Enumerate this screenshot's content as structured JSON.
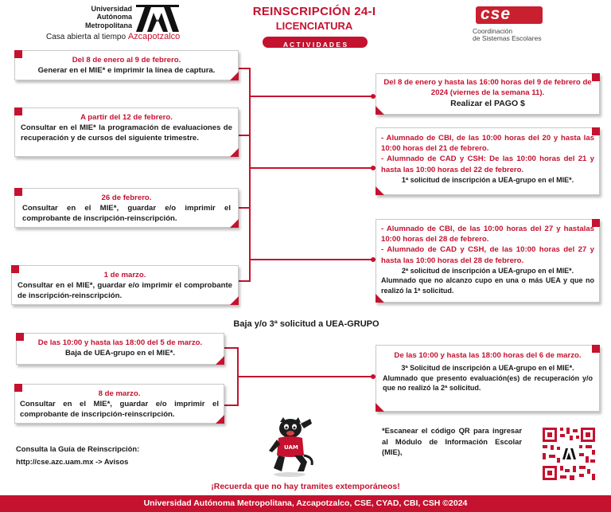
{
  "header": {
    "uni_line1": "Universidad",
    "uni_line2": "Autónoma",
    "uni_line3": "Metropolitana",
    "uni_tag_a": "Casa abierta al tiempo",
    "uni_tag_b": "Azcapotzalco",
    "logo_text": "UAM",
    "title": "REINSCRIPCIÓN 24-I",
    "subtitle": "LICENCIATURA",
    "activities": "A C T I V I D A D E S",
    "cse_logo": "cse",
    "cse_line1": "Coordinación",
    "cse_line2": "de Sistemas Escolares"
  },
  "left": {
    "box1": {
      "date": "Del 8 de enero al 9 de febrero.",
      "text": "Generar en el MIE* e imprimir la línea de captura."
    },
    "box2": {
      "date": "A partir del 12 de febrero.",
      "text": "Consultar en el MIE* la programación de evaluaciones de recuperación y de cursos del siguiente trimestre."
    },
    "box3": {
      "date": "26 de febrero.",
      "text": "Consultar en el MIE*, guardar e/o imprimir el comprobante de inscripción-reinscripción."
    },
    "box4": {
      "date": "1 de marzo.",
      "text": "Consultar en el MIE*, guardar e/o imprimir el comprobante de inscripción-reinscripción."
    },
    "box5": {
      "date": "De las 10:00 y hasta las 18:00 del 5 de marzo.",
      "text": "Baja de UEA-grupo en el MIE*."
    },
    "box6": {
      "date": "8 de marzo.",
      "text": "Consultar en el MIE*, guardar e/o imprimir el comprobante de inscripción-reinscripción."
    }
  },
  "right": {
    "box1": {
      "date": "Del 8 de enero y hasta las 16:00 horas del 9 de febrero de 2024 (viernes de la semana 11).",
      "text": "Realizar el PAGO $"
    },
    "box2": {
      "line1": "- Alumnado de CBI, de las 10:00 horas del 20 y hasta las 10:00 horas del 21 de febrero.",
      "line2": "- Alumnado de CAD y CSH: De las 10:00 horas del 21 y hasta las 10:00 horas del 22 de febrero.",
      "text": "1ª solicitud de inscripción a UEA-grupo en el MIE*."
    },
    "box3": {
      "line1": "- Alumnado de CBI, de las 10:00 horas del 27 y hastalas 10:00 horas del 28 de febrero.",
      "line2": "- Alumnado de CAD y CSH, de las 10:00 horas del 27 y hasta las 10:00 horas del 28 de febrero.",
      "text1": "2ª solicitud de inscripción a UEA-grupo en el MIE*.",
      "text2": "Alumnado que no alcanzo cupo en una o más UEA y que no realizó la 1ª solicitud."
    },
    "box4": {
      "date": "De las 10:00 y hasta las 18:00 horas del 6 de marzo.",
      "text1": "3ª Solicitud de inscripción a UEA-grupo en el MIE*.",
      "text2": "Alumnado que presento evaluación(es) de recuperación y/o que no realizó la 2ª solicitud."
    }
  },
  "section_heading": "Baja y/o 3ª solicitud a UEA-GRUPO",
  "guide": {
    "line1": "Consulta la Guía de Reinscripción:",
    "line2": "http://cse.azc.uam.mx -> Avisos"
  },
  "qr_note": "*Escanear el código QR para ingresar al Módulo de Información Escolar (MIE),",
  "reminder": "¡Recuerda que no hay tramites extemporáneos!",
  "footer": "Universidad Autónoma Metropolitana, Azcapotzalco, CSE, CYAD, CBI, CSH ©2024",
  "colors": {
    "accent": "#c4122f",
    "footer_bg": "#c4122f",
    "text": "#1a1a1a"
  },
  "icons": {
    "mascot": "panther-mascot-icon",
    "qr": "qr-code-icon"
  }
}
